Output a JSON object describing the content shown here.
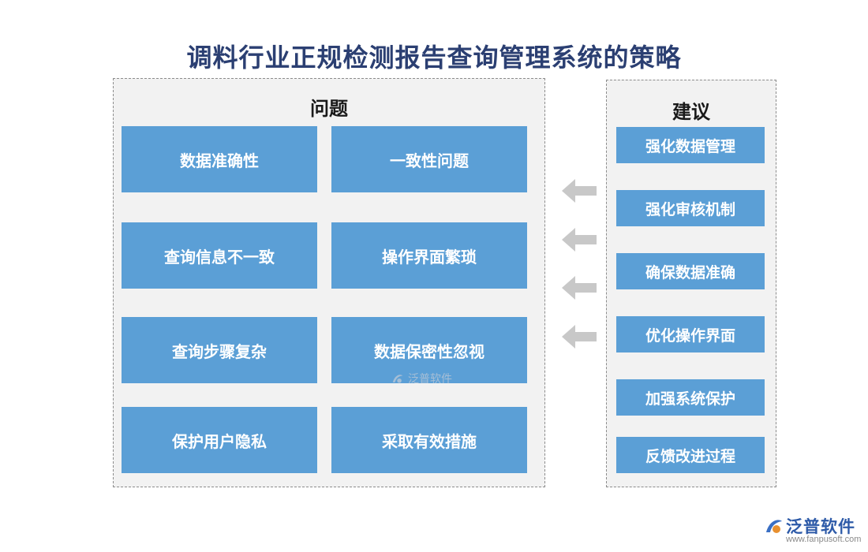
{
  "title": "调料行业正规检测报告查询管理系统的策略",
  "problems": {
    "heading": "问题",
    "items": [
      "数据准确性",
      "一致性问题",
      "查询信息不一致",
      "操作界面繁琐",
      "查询步骤复杂",
      "数据保密性忽视",
      "保护用户隐私",
      "采取有效措施"
    ]
  },
  "suggestions": {
    "heading": "建议",
    "items": [
      "强化数据管理",
      "强化审核机制",
      "确保数据准确",
      "优化操作界面",
      "加强系统保护",
      "反馈改进过程"
    ]
  },
  "arrows": {
    "count": 4,
    "direction": "left",
    "color": "#c8c8c8"
  },
  "colors": {
    "box": "#5b9fd6",
    "title": "#2b3f72",
    "panel": "#f2f2f2"
  },
  "watermark": {
    "text": "泛普软件"
  },
  "brand": {
    "name": "泛普软件",
    "url": "www.fanpusoft.com"
  }
}
